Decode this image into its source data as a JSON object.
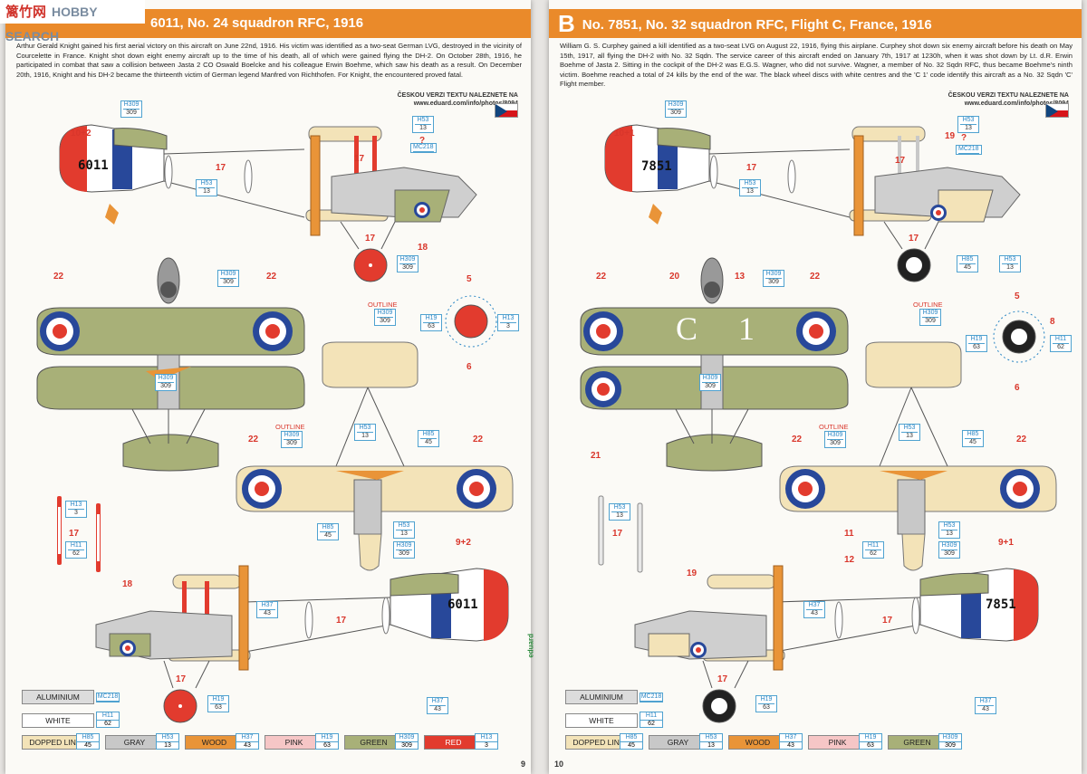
{
  "watermark": {
    "logo": "篱竹网",
    "text": "HOBBY SEARCH"
  },
  "colors": {
    "banner": "#ea8a2a",
    "red": "#d9362b",
    "blue": "#28489a",
    "green": "#a8b078",
    "linen": "#f3e3b8",
    "code_blue": "#2a86c4"
  },
  "left": {
    "banner_title": "6011, No. 24 squadron RFC, 1916",
    "story": "Arthur Gerald Knight gained his first aerial victory on this aircraft on June 22nd, 1916. His victim was identified as a two-seat German LVG, destroyed in the vicinity of Courcelette in France. Knight shot down eight enemy aircraft up to the time of his death, all of which were gained flying the DH-2. On October 28th, 1916, he participated in combat that saw a collision between Jasta 2 CO Oswald Boelcke and his colleague Erwin Boehme, which saw his death as a result. On December 20th, 1916, Knight and his DH-2 became the thirteenth victim of German legend Manfred von Richthofen. For Knight, the encountered proved fatal.",
    "cz_line1": "ČESKOU VERZI TEXTU NALEZNETE NA",
    "cz_line2": "www.eduard.com/info/photos/8094",
    "serial": "6011",
    "page_number": "9",
    "vertical_text": "eduard"
  },
  "right": {
    "banner_letter": "B",
    "banner_title": "No. 7851, No. 32 squadron RFC, Flight C, France, 1916",
    "story": "William G. S. Curphey gained a kill identified as a two-seat LVG on August 22, 1916, flying this airplane. Curphey shot down six enemy aircraft before his death on May 15th, 1917, all flying the DH-2 with No. 32 Sqdn. The service career of this aircraft ended on January 7th, 1917 at 1230h, when it was shot down by Lt. d.R. Erwin Boehme of Jasta 2. Sitting in the cockpit of the DH-2 was E.G.S. Wagner, who did not survive. Wagner, a member of No. 32 Sqdn RFC, thus became Boehme's ninth victim. Boehme reached a total of 24 kills by the end of the war. The black wheel discs with white centres and the 'C 1' code identify this aircraft as a No. 32 Sqdn 'C' Flight  member.",
    "cz_line1": "ČESKOU VERZI TEXTU NALEZNETE NA",
    "cz_line2": "www.eduard.com/info/photos/8094",
    "serial": "7851",
    "squadron_code": "C 1",
    "page_number": "10"
  },
  "labels": {
    "outline": "OUTLINE",
    "question": "?"
  },
  "left_nums": {
    "n1": "10+2",
    "n2": "17",
    "n3": "17",
    "n4": "17",
    "n5": "18",
    "n6": "22",
    "n7": "22",
    "n8": "5",
    "n9": "6",
    "n10": "22",
    "n11": "22",
    "n12": "17",
    "n13": "9+2",
    "n14": "18",
    "n15": "17",
    "n16": "17"
  },
  "left_codes": [
    {
      "top": "H309",
      "bot": "309"
    },
    {
      "top": "H53",
      "bot": "13"
    },
    {
      "top": "MC218",
      "bot": ""
    },
    {
      "top": "H53",
      "bot": "13"
    },
    {
      "top": "H309",
      "bot": "309"
    },
    {
      "top": "H309",
      "bot": "309"
    },
    {
      "top": "H309",
      "bot": "309"
    },
    {
      "top": "H19",
      "bot": "63"
    },
    {
      "top": "H13",
      "bot": "3"
    },
    {
      "top": "H309",
      "bot": "309"
    },
    {
      "top": "H309",
      "bot": "309"
    },
    {
      "top": "H53",
      "bot": "13"
    },
    {
      "top": "H85",
      "bot": "45"
    },
    {
      "top": "H13",
      "bot": "3"
    },
    {
      "top": "H11",
      "bot": "62"
    },
    {
      "top": "H85",
      "bot": "45"
    },
    {
      "top": "H53",
      "bot": "13"
    },
    {
      "top": "H309",
      "bot": "309"
    },
    {
      "top": "H37",
      "bot": "43"
    },
    {
      "top": "H19",
      "bot": "63"
    },
    {
      "top": "H37",
      "bot": "43"
    }
  ],
  "right_nums": {
    "n1": "10+1",
    "n2": "17",
    "n3": "19",
    "n4": "?",
    "n5": "17",
    "n6": "17",
    "n7": "22",
    "n8": "20",
    "n9": "13",
    "n10": "22",
    "n11": "5",
    "n12": "8",
    "n13": "6",
    "n14": "21",
    "n15": "22",
    "n16": "22",
    "n17": "17",
    "n18": "11",
    "n19": "12",
    "n20": "9+1",
    "n21": "19",
    "n22": "17",
    "n23": "17"
  },
  "right_codes": [
    {
      "top": "H309",
      "bot": "309"
    },
    {
      "top": "H53",
      "bot": "13"
    },
    {
      "top": "MC218",
      "bot": ""
    },
    {
      "top": "H53",
      "bot": "13"
    },
    {
      "top": "H85",
      "bot": "45"
    },
    {
      "top": "H53",
      "bot": "13"
    },
    {
      "top": "H309",
      "bot": "309"
    },
    {
      "top": "H309",
      "bot": "309"
    },
    {
      "top": "H19",
      "bot": "63"
    },
    {
      "top": "H11",
      "bot": "62"
    },
    {
      "top": "H309",
      "bot": "309"
    },
    {
      "top": "H309",
      "bot": "309"
    },
    {
      "top": "H53",
      "bot": "13"
    },
    {
      "top": "H85",
      "bot": "45"
    },
    {
      "top": "H53",
      "bot": "13"
    },
    {
      "top": "H53",
      "bot": "13"
    },
    {
      "top": "H11",
      "bot": "62"
    },
    {
      "top": "H309",
      "bot": "309"
    },
    {
      "top": "H37",
      "bot": "43"
    },
    {
      "top": "H19",
      "bot": "63"
    },
    {
      "top": "H37",
      "bot": "43"
    }
  ],
  "legend_left": [
    {
      "name": "ALUMINIUM",
      "top": "MC218",
      "bot": "",
      "color": "#dcdcdc"
    },
    {
      "name": "WHITE",
      "top": "H11",
      "bot": "62",
      "color": "#ffffff"
    },
    {
      "name": "DOPPED LINEN",
      "top": "H85",
      "bot": "45",
      "color": "#f3e3b8"
    },
    {
      "name": "GRAY",
      "top": "H53",
      "bot": "13",
      "color": "#c8c8c8"
    },
    {
      "name": "WOOD",
      "top": "H37",
      "bot": "43",
      "color": "#e99438"
    },
    {
      "name": "PINK",
      "top": "H19",
      "bot": "63",
      "color": "#f6c6c6"
    },
    {
      "name": "GREEN",
      "top": "H309",
      "bot": "309",
      "color": "#a8b078"
    },
    {
      "name": "RED",
      "top": "H13",
      "bot": "3",
      "color": "#e23b2e"
    }
  ],
  "legend_right": [
    {
      "name": "ALUMINIUM",
      "top": "MC218",
      "bot": "",
      "color": "#dcdcdc"
    },
    {
      "name": "WHITE",
      "top": "H11",
      "bot": "62",
      "color": "#ffffff"
    },
    {
      "name": "DOPPED LINEN",
      "top": "H85",
      "bot": "45",
      "color": "#f3e3b8"
    },
    {
      "name": "GRAY",
      "top": "H53",
      "bot": "13",
      "color": "#c8c8c8"
    },
    {
      "name": "WOOD",
      "top": "H37",
      "bot": "43",
      "color": "#e99438"
    },
    {
      "name": "PINK",
      "top": "H19",
      "bot": "63",
      "color": "#f6c6c6"
    },
    {
      "name": "GREEN",
      "top": "H309",
      "bot": "309",
      "color": "#a8b078"
    }
  ]
}
